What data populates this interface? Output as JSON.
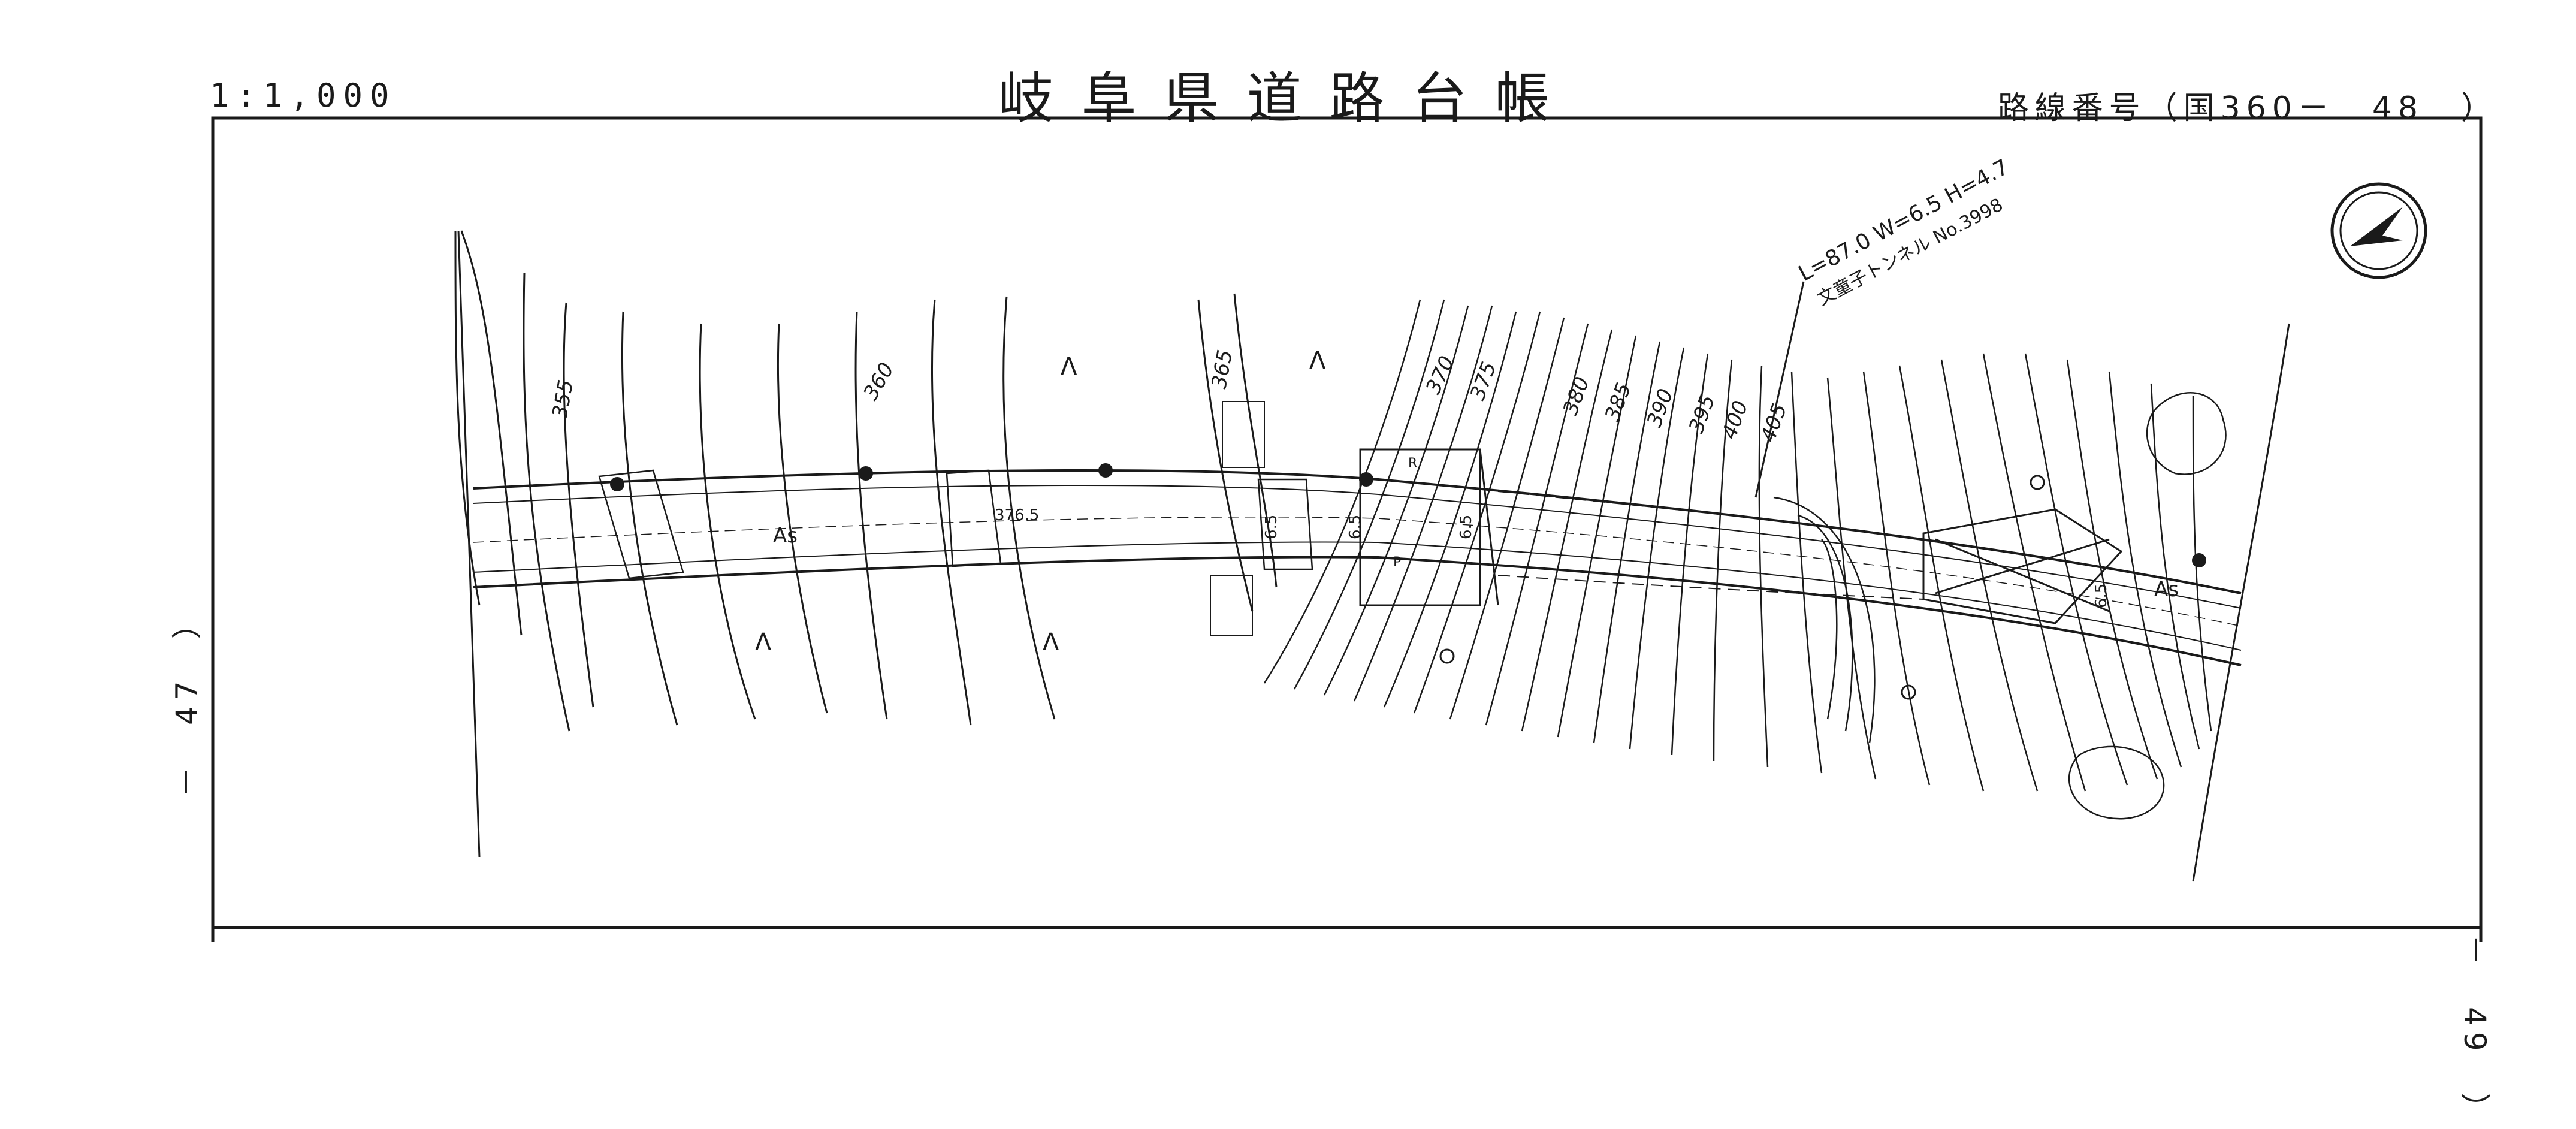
{
  "header": {
    "scale": "1:1,000",
    "title": "岐阜県道路台帳",
    "route_number": "路線番号（国360－　48　）"
  },
  "sheet_edges": {
    "previous": "－　47　）",
    "next": "－　49　）"
  },
  "map": {
    "contours": [
      "355",
      "360",
      "365",
      "370",
      "375",
      "380",
      "385",
      "390",
      "395",
      "400",
      "405"
    ],
    "surface_labels": [
      "As",
      "As"
    ],
    "elevation_point": "376.5",
    "road_widths": [
      "6.5",
      "6.5",
      "6.5",
      "6.5"
    ],
    "vegetation_symbol": "Λ",
    "tunnel_name": "文童子トンネル No.3998",
    "tunnel_dims": "L=87.0  W=6.5  H=4.7",
    "markers": [
      "R",
      "P"
    ]
  },
  "icons": {
    "north": "north-arrow-icon"
  },
  "colors": {
    "ink": "#1a1a1a",
    "paper": "#ffffff"
  }
}
